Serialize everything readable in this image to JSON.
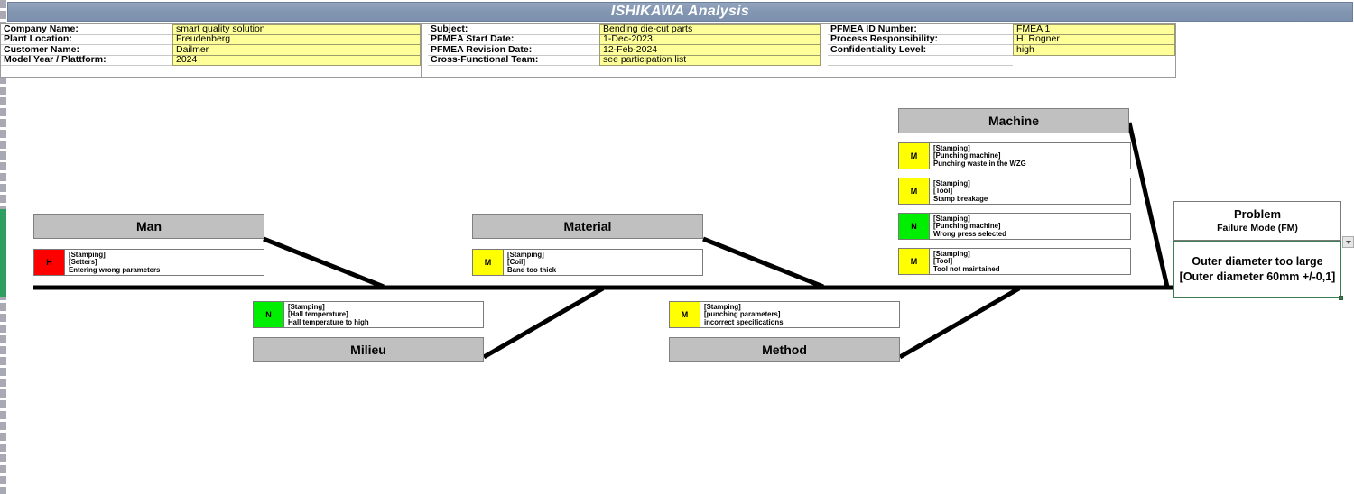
{
  "titlebar": {
    "title": "ISHIKAWA Analysis"
  },
  "header": {
    "blocks": [
      {
        "rows": [
          {
            "label": "Company Name:",
            "value": "smart quality solution"
          },
          {
            "label": "Plant Location:",
            "value": "Freudenberg"
          },
          {
            "label": "Customer Name:",
            "value": "Dailmer"
          },
          {
            "label": "Model Year / Plattform:",
            "value": "2024"
          }
        ]
      },
      {
        "rows": [
          {
            "label": "Subject:",
            "value": "Bending die-cut parts"
          },
          {
            "label": "PFMEA Start Date:",
            "value": "1-Dec-2023"
          },
          {
            "label": "PFMEA Revision Date:",
            "value": "12-Feb-2024"
          },
          {
            "label": "Cross-Functional Team:",
            "value": "see participation list"
          }
        ]
      },
      {
        "rows": [
          {
            "label": "PFMEA ID Number:",
            "value": "FMEA 1"
          },
          {
            "label": "Process Responsibility:",
            "value": "H. Rogner"
          },
          {
            "label": "Confidentiality Level:",
            "value": "high"
          },
          {
            "label": "",
            "value": ""
          }
        ]
      }
    ]
  },
  "diagram": {
    "categories": [
      {
        "id": "man",
        "label": "Man"
      },
      {
        "id": "material",
        "label": "Material"
      },
      {
        "id": "machine",
        "label": "Machine"
      },
      {
        "id": "milieu",
        "label": "Milieu"
      },
      {
        "id": "method",
        "label": "Method"
      }
    ],
    "causes": {
      "man": [
        {
          "badge": "H",
          "badge_color": "#ff0000",
          "process": "[Stamping]",
          "element": "[Setters]",
          "cause": "Entering wrong parameters"
        }
      ],
      "material": [
        {
          "badge": "M",
          "badge_color": "#ffff00",
          "process": "[Stamping]",
          "element": "[Coil]",
          "cause": "Band too thick"
        }
      ],
      "machine": [
        {
          "badge": "M",
          "badge_color": "#ffff00",
          "process": "[Stamping]",
          "element": "[Punching machine]",
          "cause": "Punching waste in the WZG"
        },
        {
          "badge": "M",
          "badge_color": "#ffff00",
          "process": "[Stamping]",
          "element": "[Tool]",
          "cause": "Stamp breakage"
        },
        {
          "badge": "N",
          "badge_color": "#00ee00",
          "process": "[Stamping]",
          "element": "[Punching machine]",
          "cause": "Wrong press selected"
        },
        {
          "badge": "M",
          "badge_color": "#ffff00",
          "process": "[Stamping]",
          "element": "[Tool]",
          "cause": "Tool not maintained"
        }
      ],
      "milieu": [
        {
          "badge": "N",
          "badge_color": "#00ee00",
          "process": "[Stamping]",
          "element": "[Hall temperature]",
          "cause": "Hall temperature to high"
        }
      ],
      "method": [
        {
          "badge": "M",
          "badge_color": "#ffff00",
          "process": "[Stamping]",
          "element": "[punching parameters]",
          "cause": "incorrect specifications"
        }
      ]
    },
    "problem": {
      "title": "Problem",
      "subtitle": "Failure Mode (FM)",
      "line1": "Outer diameter too large",
      "line2": "[Outer diameter 60mm +/-0,1]",
      "border_color": "#3f7d53"
    },
    "spine_color": "#000000"
  }
}
